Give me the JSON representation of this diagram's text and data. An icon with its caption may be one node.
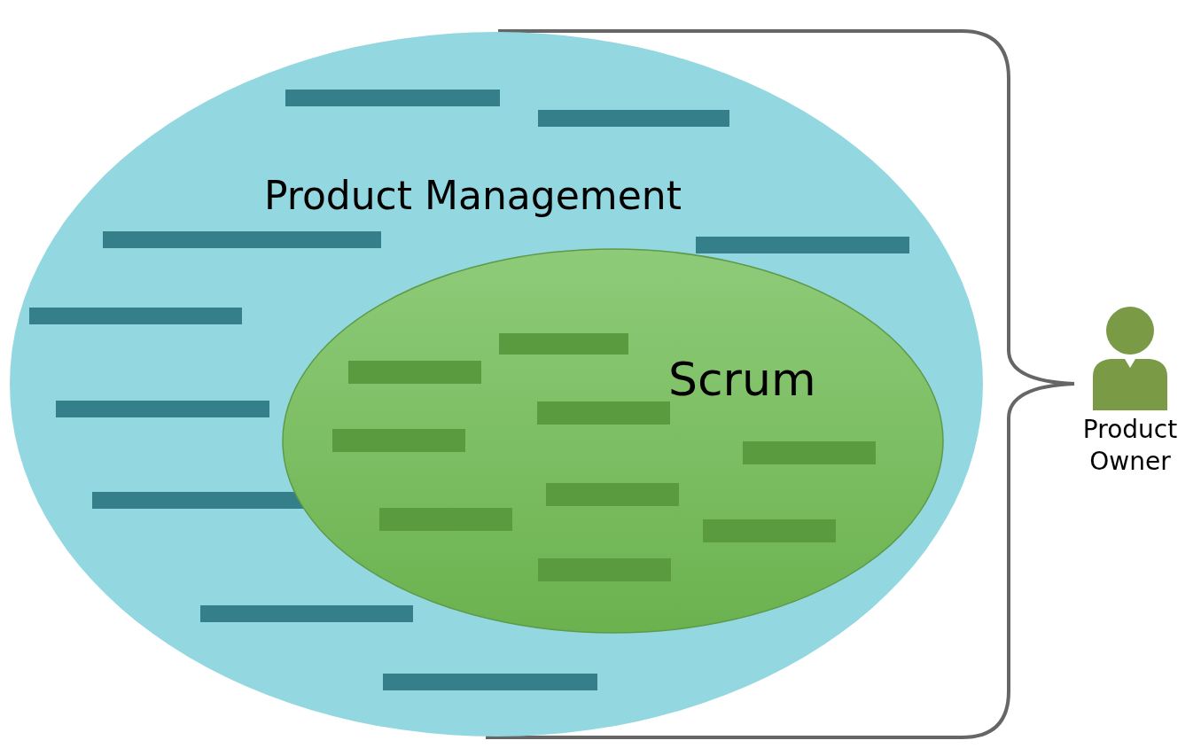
{
  "diagram": {
    "nodes": [
      {
        "text": [
          "Product Management"
        ]
      },
      {
        "text": [
          "Scrum"
        ],
        "in": 0
      },
      {
        "text": [
          "Product Owner"
        ]
      }
    ]
  }
}
